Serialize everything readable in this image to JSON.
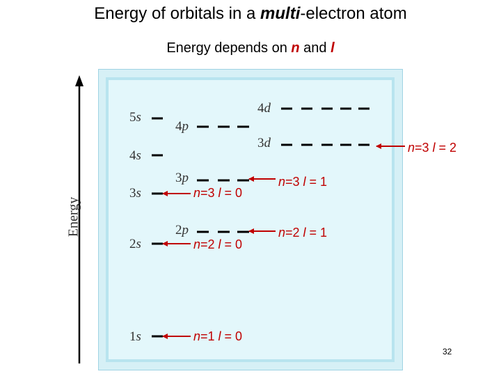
{
  "title": {
    "pre": "Energy of orbitals in a ",
    "emph": "multi",
    "post": "-electron atom"
  },
  "subtitle": {
    "pre": "Energy depends on ",
    "n": "n",
    "and": " and ",
    "l": "l"
  },
  "axis_label": "Energy",
  "orbitals": [
    {
      "id": "1s",
      "num": "1",
      "letter": "s",
      "boxes": 1
    },
    {
      "id": "2s",
      "num": "2",
      "letter": "s",
      "boxes": 1
    },
    {
      "id": "2p",
      "num": "2",
      "letter": "p",
      "boxes": 3
    },
    {
      "id": "3s",
      "num": "3",
      "letter": "s",
      "boxes": 1
    },
    {
      "id": "3p",
      "num": "3",
      "letter": "p",
      "boxes": 3
    },
    {
      "id": "4s",
      "num": "4",
      "letter": "s",
      "boxes": 1
    },
    {
      "id": "3d",
      "num": "3",
      "letter": "d",
      "boxes": 5
    },
    {
      "id": "4p",
      "num": "4",
      "letter": "p",
      "boxes": 3
    },
    {
      "id": "5s",
      "num": "5",
      "letter": "s",
      "boxes": 1
    },
    {
      "id": "4d",
      "num": "4",
      "letter": "d",
      "boxes": 5
    }
  ],
  "annotations": {
    "1s": {
      "n": "n",
      "n_val": "=1 ",
      "l": "l",
      "l_val": " = 0"
    },
    "2s": {
      "n": "n",
      "n_val": "=2 ",
      "l": "l",
      "l_val": " = 0"
    },
    "3s": {
      "n": "n",
      "n_val": "=3 ",
      "l": "l",
      "l_val": " = 0"
    },
    "2p": {
      "n": "n",
      "n_val": "=2 ",
      "l": "l",
      "l_val": " = 1"
    },
    "3p": {
      "n": "n",
      "n_val": "=3 ",
      "l": "l",
      "l_val": " = 1"
    },
    "3d": {
      "n": "n",
      "n_val": "=3 ",
      "l": "l",
      "l_val": " = 2"
    }
  },
  "page_number": "32",
  "colors": {
    "accent": "#c00000",
    "panel": "#e3f7fb",
    "panel_border": "#b8e4ef",
    "levels": "#000000"
  }
}
